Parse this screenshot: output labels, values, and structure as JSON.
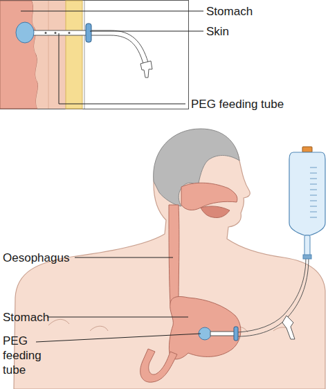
{
  "diagram": {
    "labels": [
      "Stomach",
      "Skin",
      "PEG feeding tube",
      "Oesophagus",
      "Stomach",
      "PEG feeding tube"
    ]
  }
}
